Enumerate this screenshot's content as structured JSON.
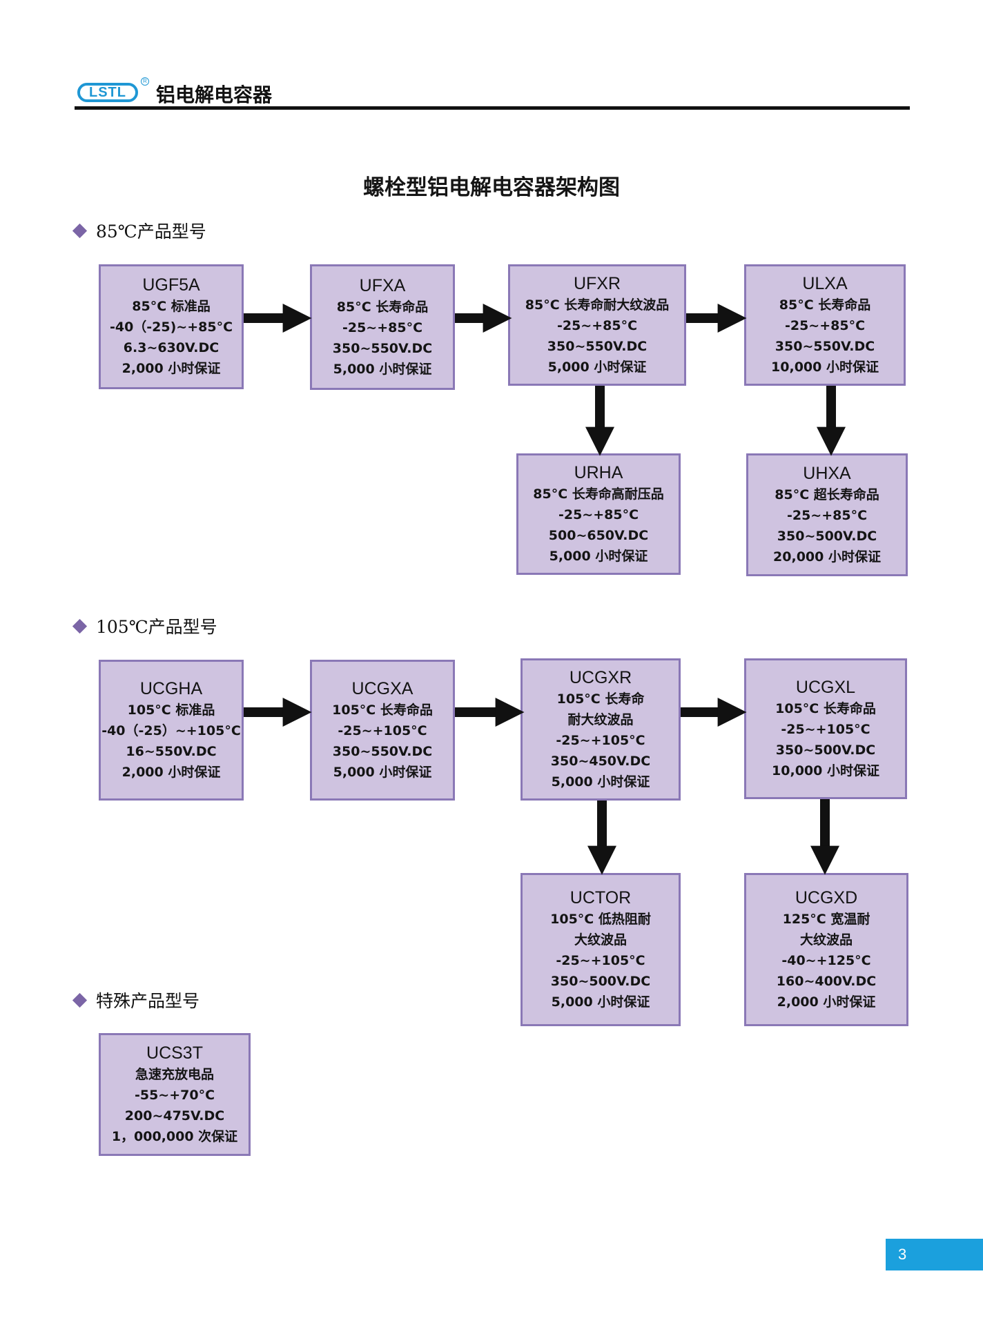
{
  "header": {
    "logo_text": "LSTL",
    "reg_mark": "R",
    "title": "铝电解电容器"
  },
  "page_title": "螺栓型铝电解电容器架构图",
  "sections": [
    {
      "label": "85℃产品型号"
    },
    {
      "label": "105℃产品型号"
    },
    {
      "label": "特殊产品型号"
    }
  ],
  "nodes": [
    {
      "code": "UGF5A",
      "lines": [
        "85°C 标准品",
        "-40（-25)~+85°C",
        "6.3~630V.DC",
        "2,000 小时保证"
      ]
    },
    {
      "code": "UFXA",
      "lines": [
        "85°C 长寿命品",
        "-25~+85°C",
        "350~550V.DC",
        "5,000 小时保证"
      ]
    },
    {
      "code": "UFXR",
      "lines": [
        "85°C 长寿命耐大纹波品",
        "-25~+85°C",
        "350~550V.DC",
        "5,000 小时保证"
      ]
    },
    {
      "code": "ULXA",
      "lines": [
        "85°C 长寿命品",
        "-25~+85°C",
        "350~550V.DC",
        "10,000 小时保证"
      ]
    },
    {
      "code": "URHA",
      "lines": [
        "85°C 长寿命高耐压品",
        "-25~+85°C",
        "500~650V.DC",
        "5,000 小时保证"
      ]
    },
    {
      "code": "UHXA",
      "lines": [
        "85°C 超长寿命品",
        "-25~+85°C",
        "350~500V.DC",
        "20,000 小时保证"
      ]
    },
    {
      "code": "UCGHA",
      "lines": [
        "105°C 标准品",
        "-40（-25）~+105°C",
        "16~550V.DC",
        "2,000 小时保证"
      ]
    },
    {
      "code": "UCGXA",
      "lines": [
        "105°C 长寿命品",
        "-25~+105°C",
        "350~550V.DC",
        "5,000 小时保证"
      ]
    },
    {
      "code": "UCGXR",
      "lines": [
        "105°C 长寿命",
        "耐大纹波品",
        "-25~+105°C",
        "350~450V.DC",
        "5,000 小时保证"
      ]
    },
    {
      "code": "UCGXL",
      "lines": [
        "105°C 长寿命品",
        "-25~+105°C",
        "350~500V.DC",
        "10,000 小时保证"
      ]
    },
    {
      "code": "UCTOR",
      "lines": [
        "105°C 低热阻耐",
        "大纹波品",
        "-25~+105°C",
        "350~500V.DC",
        "5,000 小时保证"
      ]
    },
    {
      "code": "UCGXD",
      "lines": [
        "125°C 宽温耐",
        "大纹波品",
        "-40~+125°C",
        "160~400V.DC",
        "2,000 小时保证"
      ]
    },
    {
      "code": "UCS3T",
      "lines": [
        "急速充放电品",
        "-55~+70°C",
        "200~475V.DC",
        "1，000,000 次保证"
      ]
    }
  ],
  "page_number": "3",
  "colors": {
    "box_fill": "#cfc3e0",
    "box_border": "#8a78b6",
    "bullet": "#7b65a6",
    "logo_blue": "#1f97d4",
    "badge_blue": "#1ba0dd"
  }
}
